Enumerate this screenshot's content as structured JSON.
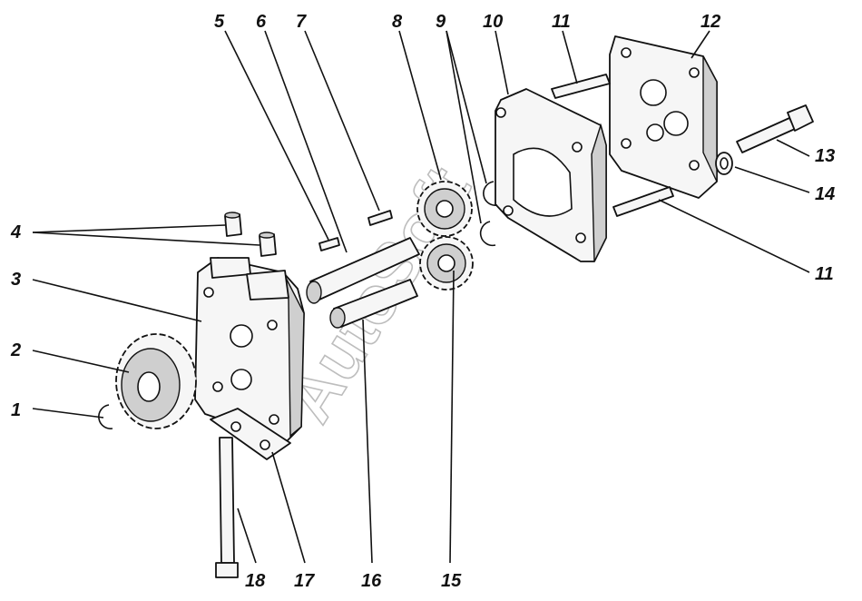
{
  "watermark": "AutoSoft",
  "callouts": [
    "1",
    "2",
    "3",
    "4",
    "5",
    "6",
    "7",
    "8",
    "9",
    "10",
    "11",
    "11",
    "12",
    "13",
    "14",
    "15",
    "16",
    "17",
    "18"
  ]
}
